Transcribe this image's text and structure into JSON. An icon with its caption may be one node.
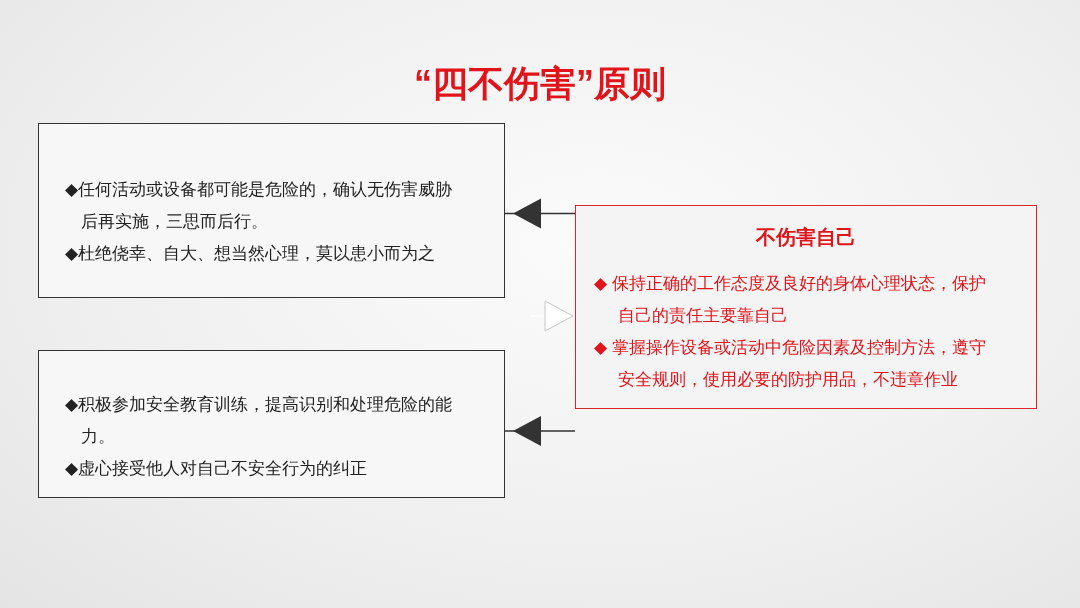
{
  "diagram": {
    "title": "“四不伤害”原则",
    "nodes": [
      {
        "text": [
          "◆任何活动或设备都可能是危险的，确认无伤害威胁后再实施，三思而后行。",
          "◆杜绝侥幸、自大、想当然心理，莫以患小而为之"
        ]
      },
      {
        "text": [
          "不伤害自己",
          "◆ 保持正确的工作态度及良好的身体心理状态，保护自己的责任主要靠自己",
          "◆ 掌握操作设备或活动中危险因素及控制方法，遵守安全规则，使用必要的防护用品，不违章作业"
        ]
      },
      {
        "text": [
          "◆积极参加安全教育训练，提高识别和处理危险的能力。",
          "◆虚心接受他人对自己不安全行为的纠正"
        ]
      }
    ],
    "edges": [
      {
        "from": 1,
        "to": 0,
        "arrow": "to"
      },
      {
        "from": 1,
        "to": 2,
        "arrow": "to"
      },
      {
        "from": null,
        "to": 1,
        "arrow": "to",
        "color": "#ffffff"
      }
    ]
  }
}
